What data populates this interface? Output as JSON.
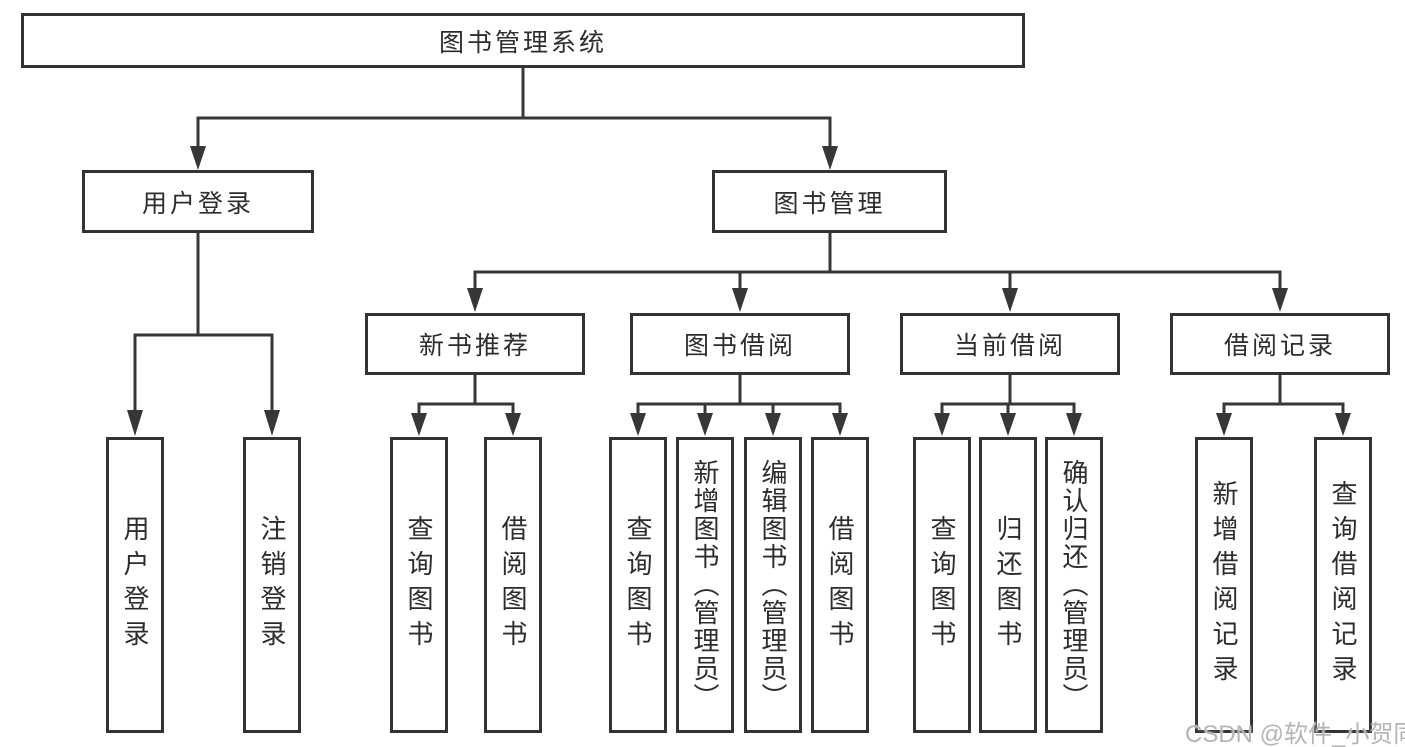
{
  "tree": {
    "label": "图书管理系统",
    "children": [
      {
        "label": "用户登录",
        "children": [
          {
            "label": "用户登录"
          },
          {
            "label": "注销登录"
          }
        ]
      },
      {
        "label": "图书管理",
        "children": [
          {
            "label": "新书推荐",
            "children": [
              {
                "label": "查询图书"
              },
              {
                "label": "借阅图书"
              }
            ]
          },
          {
            "label": "图书借阅",
            "children": [
              {
                "label": "查询图书"
              },
              {
                "label": "新增图书（管理员）"
              },
              {
                "label": "编辑图书（管理员）"
              },
              {
                "label": "借阅图书"
              }
            ]
          },
          {
            "label": "当前借阅",
            "children": [
              {
                "label": "查询图书"
              },
              {
                "label": "归还图书"
              },
              {
                "label": "确认归还（管理员）"
              }
            ]
          },
          {
            "label": "借阅记录",
            "children": [
              {
                "label": "新增借阅记录"
              },
              {
                "label": "查询借阅记录"
              }
            ]
          }
        ]
      }
    ]
  },
  "watermark": "CSDN @软件_小贺同学",
  "colors": {
    "line": "#373737",
    "box_border": "#333333",
    "text": "#2d2d2d",
    "watermark": "#b5b5b5",
    "background": "#ffffff"
  }
}
